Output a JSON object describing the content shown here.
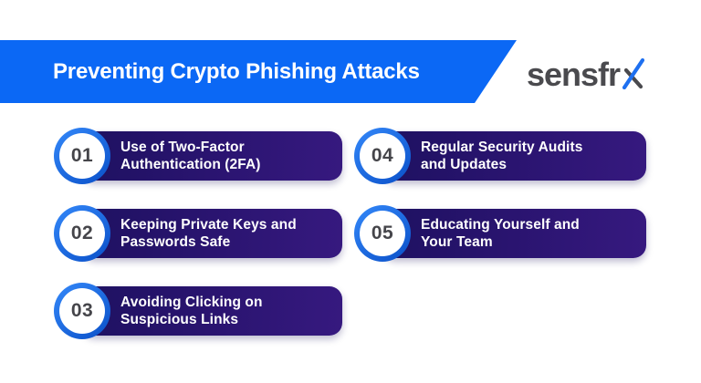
{
  "header": {
    "title": "Preventing Crypto Phishing Attacks"
  },
  "logo": {
    "text": "sensfr",
    "mark": "x"
  },
  "items": [
    {
      "number": "01",
      "line1": "Use of Two-Factor",
      "line2": "Authentication (2FA)"
    },
    {
      "number": "02",
      "line1": "Keeping Private Keys and",
      "line2": "Passwords Safe"
    },
    {
      "number": "03",
      "line1": "Avoiding Clicking on",
      "line2": "Suspicious Links"
    },
    {
      "number": "04",
      "line1": "Regular Security Audits",
      "line2": "and Updates"
    },
    {
      "number": "05",
      "line1": "Educating Yourself and",
      "line2": "Your Team"
    }
  ],
  "colors": {
    "banner_blue": "#0b68f5",
    "ring_blue_light": "#2e80f2",
    "ring_blue_dark": "#0e55cd",
    "pill_gradient_start": "#1e1161",
    "pill_gradient_end": "#36197f",
    "item_text": "#ffffff",
    "number_gray": "#45454a",
    "logo_gray": "#4a4a4e",
    "logo_blue": "#1e70f0"
  }
}
